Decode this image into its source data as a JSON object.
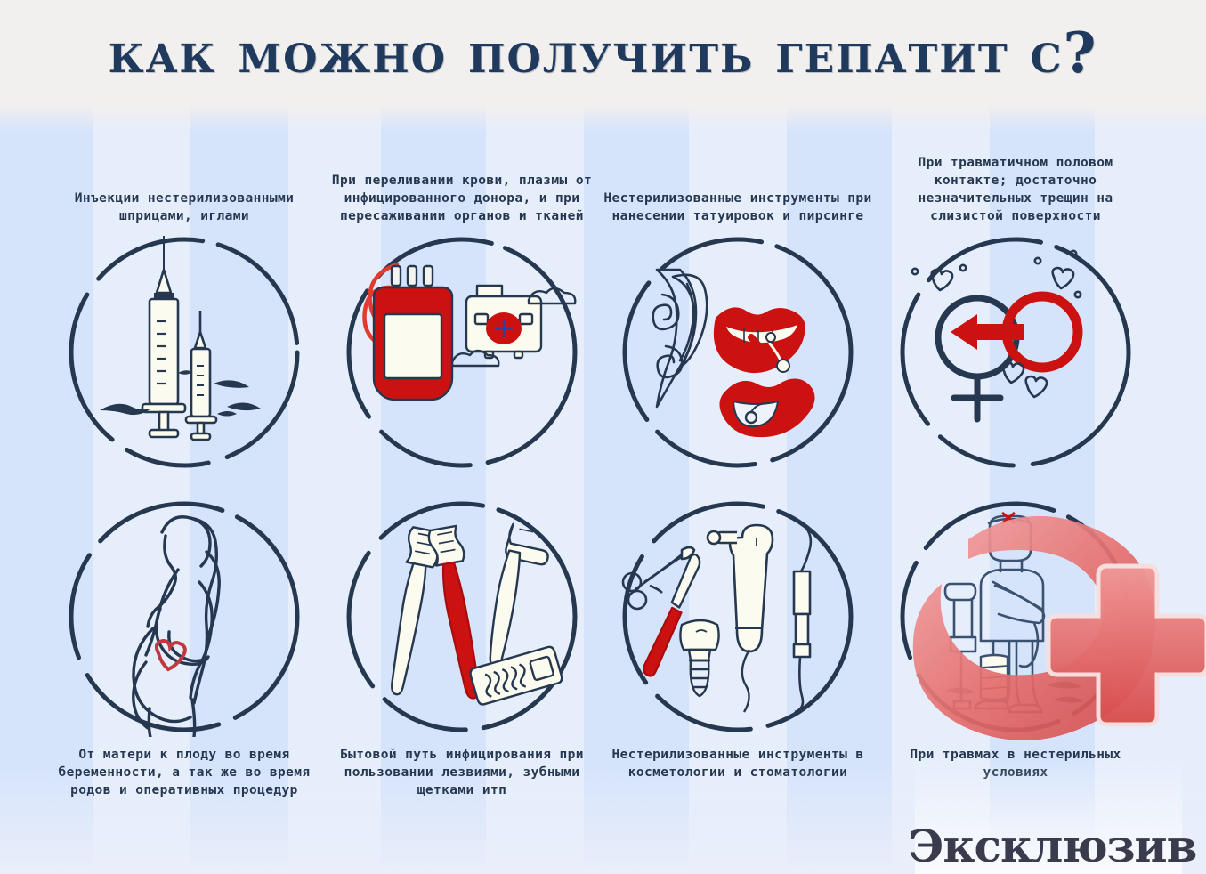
{
  "title": "Как можно получить гепатит С?",
  "colors": {
    "title_navy": "#1f3a5c",
    "line_navy": "#26384f",
    "accent_red": "#cc1111",
    "watermark_red": "#e05a5a",
    "bg_blue": "#dce7f8",
    "bg_band_light": "#eaf1fc",
    "bg_header": "#f2efef"
  },
  "cards": [
    {
      "id": "injections",
      "caption": "Инъекции нестерилизованными шприцами, иглами",
      "caption_position": "top",
      "icon": "syringes-icon",
      "row": 1,
      "col": 1
    },
    {
      "id": "transfusion",
      "caption": "При переливании крови, плазмы от инфицированного донора, и при пересаживании органов и тканей",
      "caption_position": "top",
      "icon": "blood-bag-icon",
      "row": 1,
      "col": 2
    },
    {
      "id": "tattoo-piercing",
      "caption": "Нестерилизованные инструменты при нанесении татуировок и пирсинге",
      "caption_position": "top",
      "icon": "tattoo-lips-piercing-icon",
      "row": 1,
      "col": 3
    },
    {
      "id": "sexual-contact",
      "caption": "При травматичном половом контакте; достаточно незначительных трещин на слизистой поверхности",
      "caption_position": "top",
      "icon": "gender-symbols-icon",
      "row": 1,
      "col": 4
    },
    {
      "id": "mother-to-child",
      "caption": "От матери к плоду во время беременности, а так же во время родов и оперативных процедур",
      "caption_position": "bottom",
      "icon": "pregnant-woman-icon",
      "row": 2,
      "col": 1
    },
    {
      "id": "household",
      "caption": "Бытовой путь инфицирования при пользовании лезвиями, зубными щетками итп",
      "caption_position": "bottom",
      "icon": "toothbrush-razor-icon",
      "row": 2,
      "col": 2
    },
    {
      "id": "cosmetology-dentistry",
      "caption": "Нестерилизованные инструменты в косметологии и стоматологии",
      "caption_position": "bottom",
      "icon": "dental-tools-icon",
      "row": 2,
      "col": 3
    },
    {
      "id": "injuries",
      "caption": "При травмах в нестерильных условиях",
      "caption_position": "bottom",
      "icon": "injured-person-crutch-icon",
      "row": 2,
      "col": 4
    }
  ],
  "watermark": {
    "text": "Эксклюзив",
    "logo": "exclusive-e-cross-logo"
  }
}
